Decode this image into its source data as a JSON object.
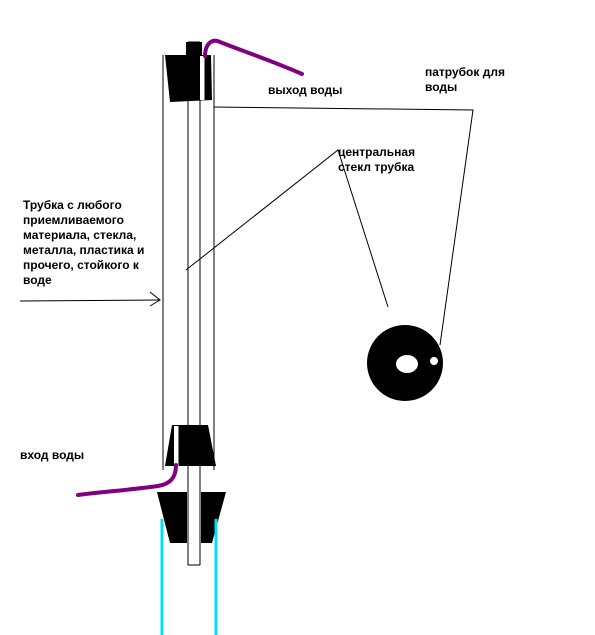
{
  "labels": {
    "water_outlet": "выход воды",
    "pipe_fitting": "патрубок для\nводы",
    "central_tube": "центральная\nстекл трубка",
    "tube_material": "Трубка с любого\nприемливаемого\nматериала,  стекла,\nметалла, пластика и\nпрочего, стойкого к\nводе",
    "water_inlet": "вход воды"
  },
  "colors": {
    "hose": "#800080",
    "water_stream": "#00e0f0",
    "stopper": "#000000",
    "line": "#000000"
  }
}
